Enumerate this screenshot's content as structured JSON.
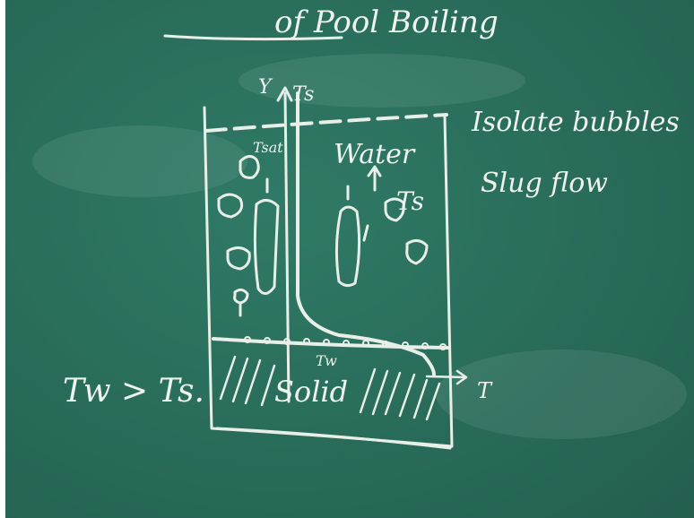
{
  "title": "of Pool Boiling",
  "notes": {
    "line1": "Isolate bubbles",
    "line2": "Slug flow"
  },
  "diagram": {
    "y_axis": "Y",
    "ts_top": "Ts",
    "tsat": "Tsat",
    "water": "Water",
    "ts_right": "Ts",
    "solid": "Solid",
    "tw": "Tw",
    "t_axis": "T"
  },
  "condition": "Tw > Ts."
}
